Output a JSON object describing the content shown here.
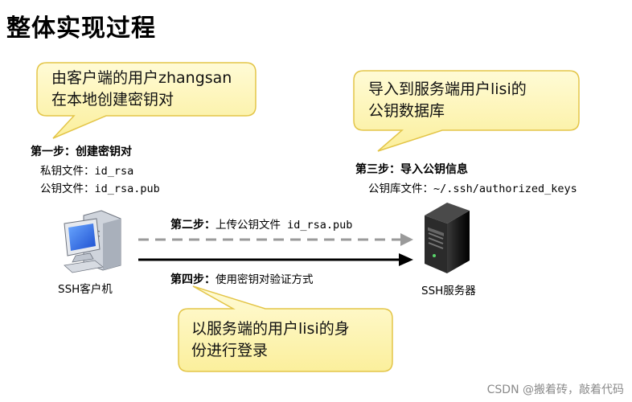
{
  "title": "整体实现过程",
  "bubbles": {
    "client_gen": [
      "由客户端的用户zhangsan",
      "在本地创建密钥对"
    ],
    "server_import": [
      "导入到服务端用户lisi的",
      "公钥数据库"
    ],
    "login": [
      "以服务端的用户lisi的身",
      "份进行登录"
    ]
  },
  "steps": {
    "step1": {
      "title": "第一步：创建密钥对",
      "lines": [
        "私钥文件：id_rsa",
        "公钥文件：id_rsa.pub"
      ]
    },
    "step2": {
      "title": "第二步：",
      "text": "上传公钥文件 id_rsa.pub"
    },
    "step3": {
      "title": "第三步：导入公钥信息",
      "lines": [
        "公钥库文件：~/.ssh/authorized_keys"
      ]
    },
    "step4": {
      "title": "第四步：",
      "text": "使用密钥对验证方式"
    }
  },
  "nodes": {
    "client": "SSH客户机",
    "server": "SSH服务器"
  },
  "icons": {
    "client": "desktop-computer-icon",
    "server": "tower-server-icon"
  },
  "colors": {
    "bubble_fill": "#fdf6b8",
    "bubble_stroke": "#e8c94a",
    "dashed_arrow": "#9a9a9a",
    "solid_arrow": "#000000"
  },
  "watermark": "CSDN @搬着砖，敲着代码"
}
